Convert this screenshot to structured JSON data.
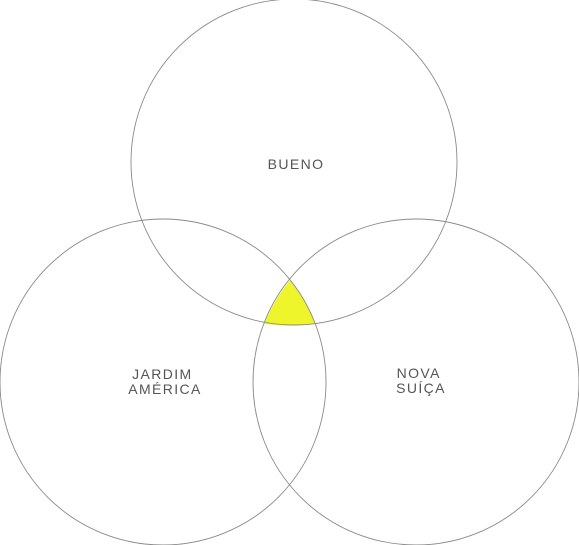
{
  "diagram": {
    "type": "venn",
    "sets": [
      {
        "id": "bueno",
        "lines": [
          "BUENO"
        ]
      },
      {
        "id": "jardim-america",
        "lines": [
          "JARDIM",
          "AMÉRICA"
        ]
      },
      {
        "id": "nova-suica",
        "lines": [
          "NOVA",
          "SUÍÇA"
        ]
      }
    ],
    "highlight": {
      "region": "intersection-all",
      "color": "#eef52b"
    },
    "outline_color": "#8a8a8a",
    "label_color": "#555555"
  }
}
